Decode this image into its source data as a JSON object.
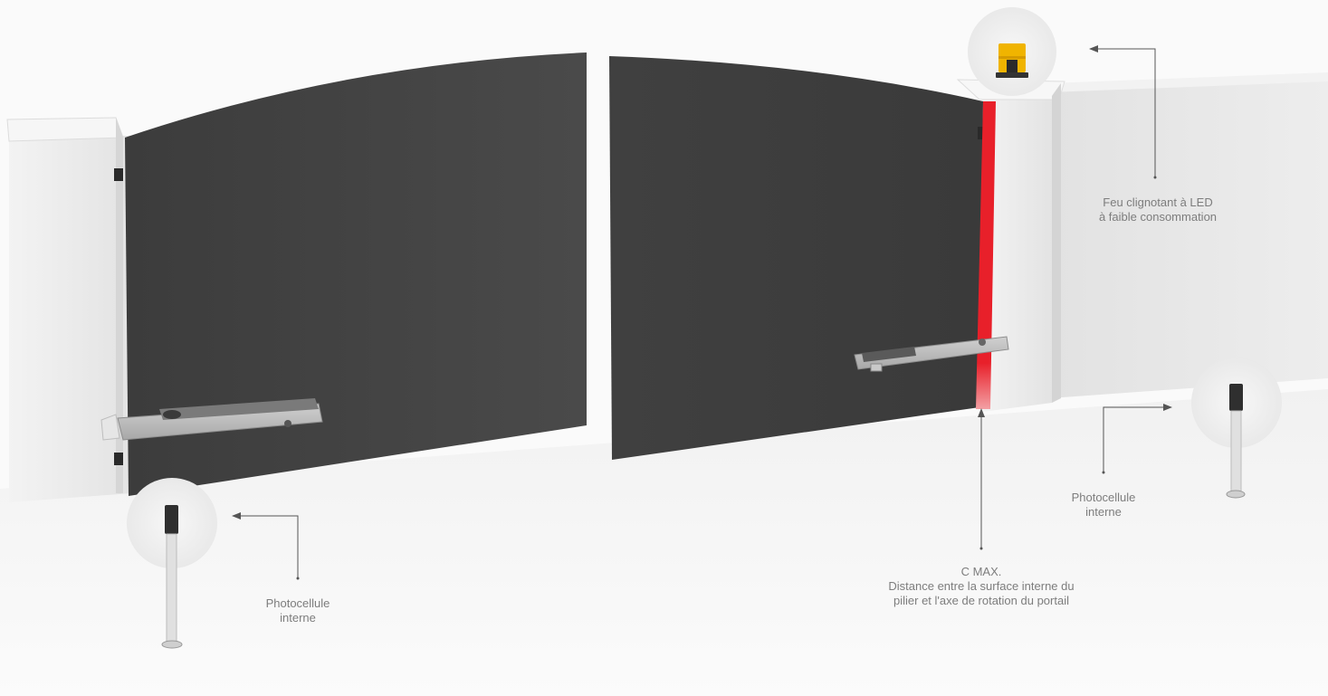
{
  "callouts": {
    "flashing_light": {
      "lines": [
        "Feu clignotant à LED",
        "à faible consommation"
      ]
    },
    "photocell_left": {
      "lines": [
        "Photocellule",
        "interne"
      ]
    },
    "photocell_right": {
      "lines": [
        "Photocellule",
        "interne"
      ]
    },
    "c_max": {
      "lines": [
        "C MAX.",
        "Distance entre la surface interne du",
        "pilier et l'axe de rotation du portail"
      ]
    }
  },
  "colors": {
    "gate_leaf": "#454545",
    "c_max_highlight": "#e8202a",
    "flashing_light": "#f0b400",
    "pillar": "#ececec",
    "wall": "#e6e6e6",
    "label_text": "#7d7d7d",
    "leader_line": "#555555"
  },
  "icons": {
    "flashing_light": "flashing-light-icon",
    "photocell": "photocell-post-icon",
    "operator": "swing-gate-operator-icon"
  }
}
